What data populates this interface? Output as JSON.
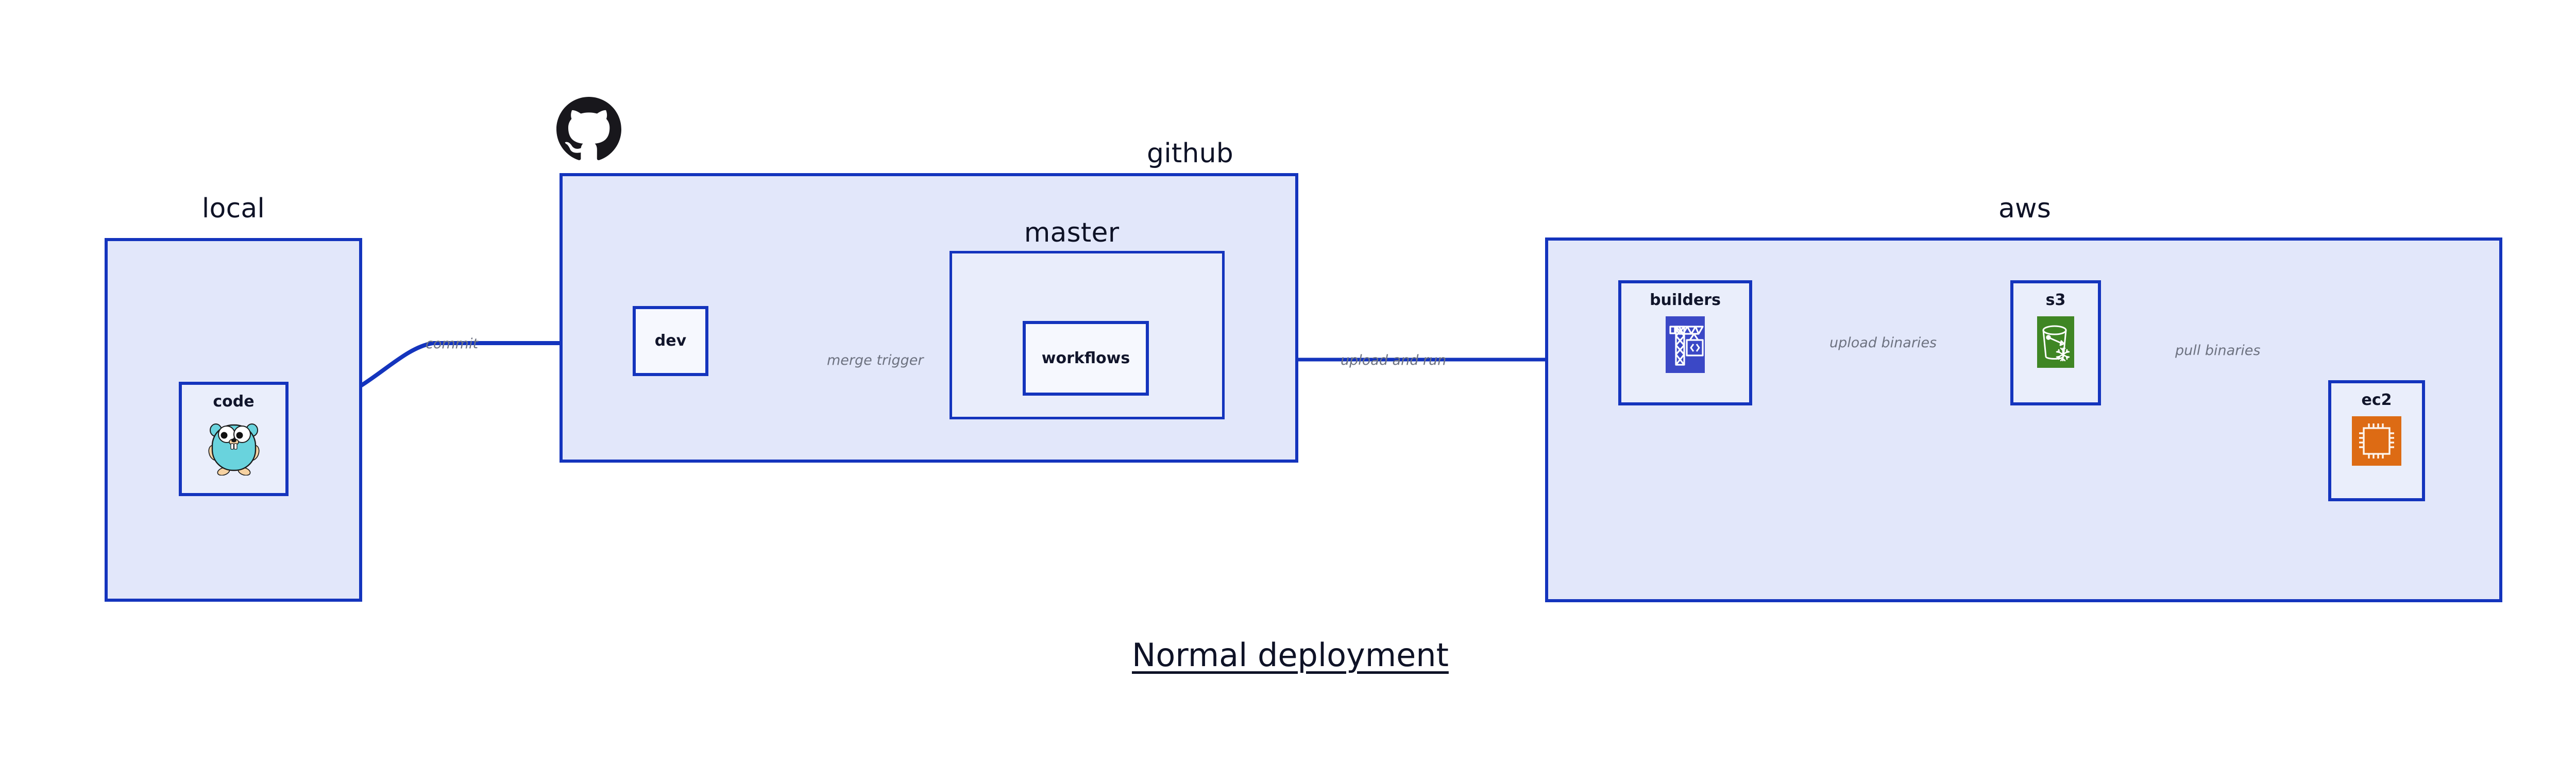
{
  "diagram": {
    "title": "Normal deployment",
    "background": "#ffffff",
    "accent_border": "#1434bd",
    "container_fill": "#e2e7fa",
    "subcontainer_fill": "#e9edfb",
    "node_fill": "#eaeefb",
    "edge_label_color": "#6d7280"
  },
  "containers": [
    {
      "id": "local",
      "label": "local",
      "nodes": [
        {
          "id": "code",
          "label": "code",
          "icon": "go-gopher-icon"
        }
      ]
    },
    {
      "id": "github",
      "label": "github",
      "logo": "github-octocat-logo",
      "nodes": [
        {
          "id": "dev",
          "label": "dev",
          "icon": "none"
        }
      ],
      "subcontainers": [
        {
          "id": "master",
          "label": "master",
          "nodes": [
            {
              "id": "workflows",
              "label": "workflows",
              "icon": "none"
            }
          ]
        }
      ]
    },
    {
      "id": "aws",
      "label": "aws",
      "nodes": [
        {
          "id": "builders",
          "label": "builders",
          "icon": "aws-codebuild-crane-icon",
          "icon_color": "#3b48c6"
        },
        {
          "id": "s3",
          "label": "s3",
          "icon": "aws-s3-bucket-icon",
          "icon_color": "#3f8624"
        },
        {
          "id": "ec2",
          "label": "ec2",
          "icon": "aws-ec2-chip-icon",
          "icon_color": "#dd6b14"
        }
      ]
    }
  ],
  "edges": [
    {
      "id": "commit",
      "label": "commit",
      "from": "code",
      "to": "dev"
    },
    {
      "id": "merge-trigger",
      "label": "merge trigger",
      "from": "dev",
      "to": "workflows"
    },
    {
      "id": "upload-and-run",
      "label": "upload and run",
      "from": "workflows",
      "to": "builders"
    },
    {
      "id": "upload-binaries",
      "label": "upload binaries",
      "from": "builders",
      "to": "s3"
    },
    {
      "id": "pull-binaries",
      "label": "pull binaries",
      "from": "s3",
      "to": "ec2"
    }
  ]
}
